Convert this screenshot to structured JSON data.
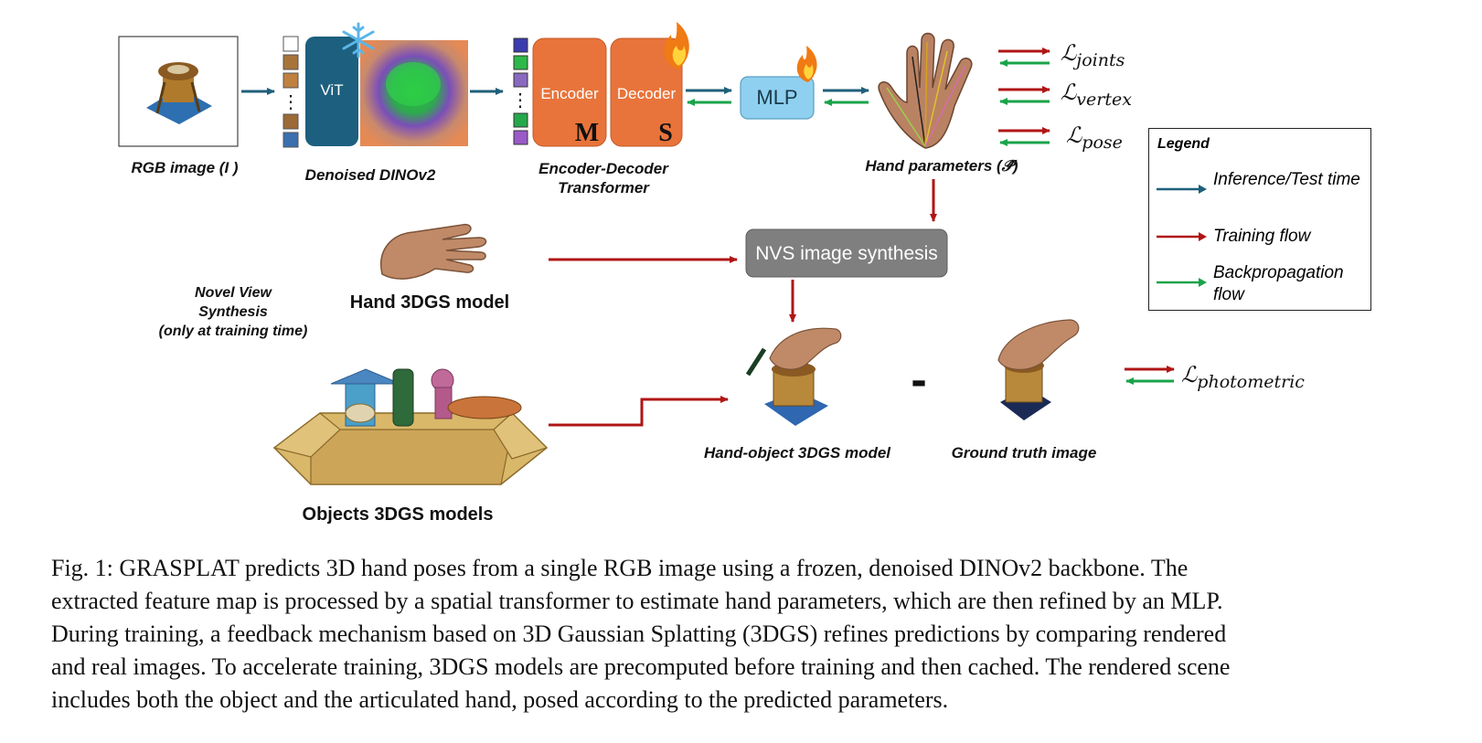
{
  "blocks": {
    "rgb_image": "RGB image (Ι )",
    "dinov2": "Denoised DINOv2",
    "vit": "ViT",
    "encoder": "Encoder",
    "decoder": "Decoder",
    "encoder_letter": "M",
    "decoder_letter": "S",
    "transformer_line1": "Encoder-Decoder",
    "transformer_line2": "Transformer",
    "mlp": "MLP",
    "hand_params": "Hand parameters (𝒫̂)",
    "nvs": "NVS image synthesis",
    "hand_3dgs": "Hand 3DGS model",
    "novel_view_line1": "Novel View",
    "novel_view_line2": "Synthesis",
    "novel_view_line3": "(only at training time)",
    "objects_3dgs": "Objects 3DGS models",
    "hand_object": "Hand-object 3DGS model",
    "minus": "-",
    "ground_truth": "Ground truth image"
  },
  "losses": [
    {
      "symbol": "ℒ",
      "sub": "joints"
    },
    {
      "symbol": "ℒ",
      "sub": "vertex"
    },
    {
      "symbol": "ℒ",
      "sub": "pose"
    },
    {
      "symbol": "ℒ",
      "sub": "photometric"
    }
  ],
  "legend": {
    "title": "Legend",
    "items": [
      {
        "label": "Inference/Test time",
        "color": "#1f5f7a",
        "icon": "arrow-right-icon"
      },
      {
        "label": "Training flow",
        "color": "#b01515",
        "icon": "arrow-right-icon"
      },
      {
        "label": "Backpropagation flow",
        "color": "#1aa34a",
        "icon": "arrow-right-icon"
      }
    ]
  },
  "colors": {
    "inference": "#1f5f7a",
    "training": "#b01515",
    "backprop": "#1aa34a",
    "vit_box": "#1d5f7e",
    "transformer_box": "#e8743b",
    "mlp_box": "#8fd0f0",
    "nvs_box": "#7f7f7f"
  },
  "caption": {
    "lines": [
      "Fig. 1: GRASPLAT predicts 3D hand poses from a single RGB image using a frozen, denoised DINOv2 backbone. The",
      "extracted feature map is processed by a spatial transformer to estimate hand parameters, which are then refined by an MLP.",
      "During training, a feedback mechanism based on 3D Gaussian Splatting (3DGS) refines predictions by comparing rendered",
      "and real images. To accelerate training, 3DGS models are precomputed before training and then cached. The rendered scene",
      "includes both the object and the articulated hand, posed according to the predicted parameters."
    ]
  }
}
